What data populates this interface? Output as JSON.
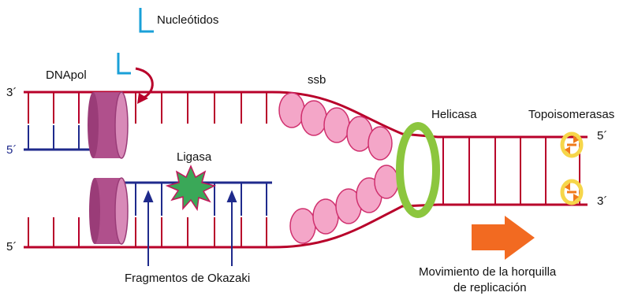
{
  "labels": {
    "nucleotidos": "Nucleótidos",
    "dnapol": "DNApol",
    "ssb": "ssb",
    "helicasa": "Helicasa",
    "topoisomerasas": "Topoisomerasas",
    "ligasa": "Ligasa",
    "fragmentos": "Fragmentos de Okazaki",
    "movimiento_line1": "Movimiento de la horquilla",
    "movimiento_line2": "de replicación",
    "prime3_top_left": "3´",
    "prime5_left_mid": "5´",
    "prime5_bottom_left": "5´",
    "prime5_right_top": "5´",
    "prime3_right_bottom": "3´"
  },
  "colors": {
    "strand_red": "#b8002a",
    "strand_blue": "#1f2a8c",
    "nucleotide_blue": "#1aa0d8",
    "ssb_pink": "#f4a6c8",
    "ssb_stroke": "#d0306e",
    "dnapol_purple": "#b0508c",
    "helicasa_green": "#8cc63e",
    "ligasa_green": "#3aa858",
    "topo_yellow": "#f6d64a",
    "topo_orange": "#f07a1a",
    "arrow_orange": "#f26a21"
  },
  "icons": {
    "nucleotide": "nucleotide-icon",
    "curved_arrow": "curved-arrow-icon",
    "ligasa_star": "starburst-icon",
    "movement_arrow": "arrow-right-icon"
  }
}
